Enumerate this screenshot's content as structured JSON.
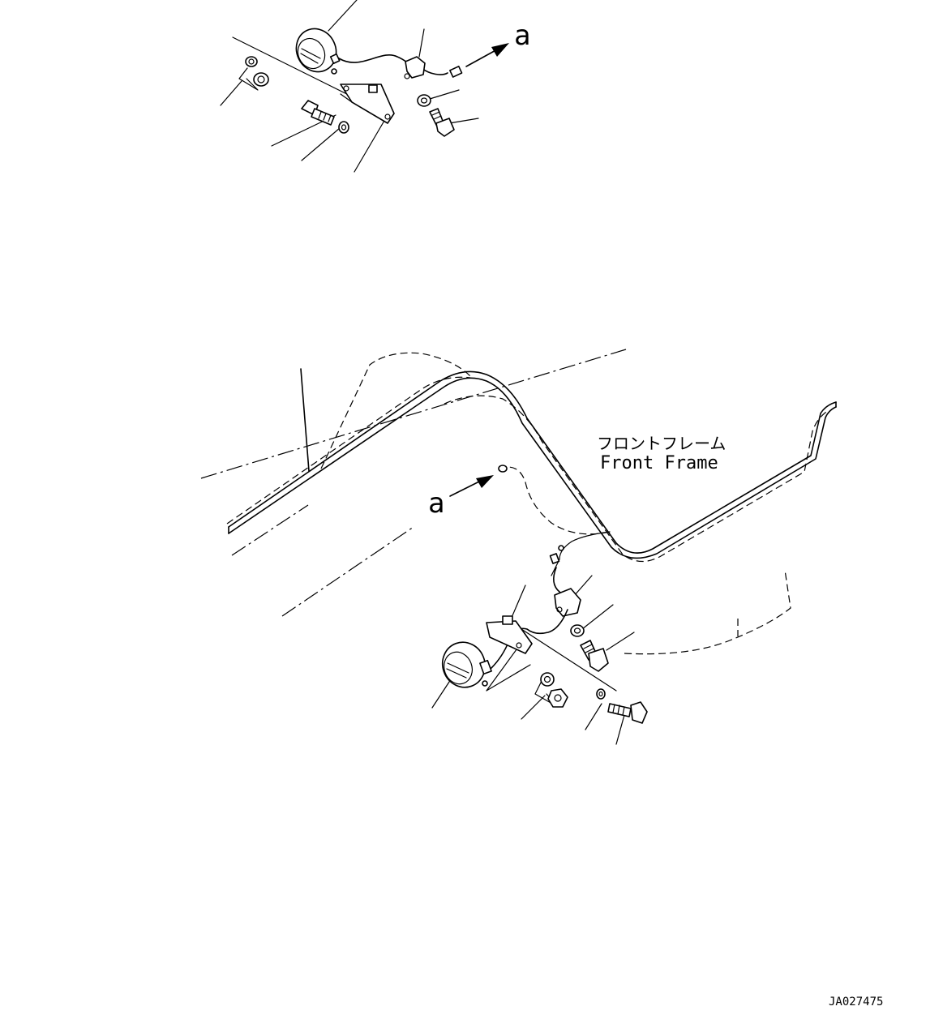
{
  "drawing": {
    "view_marker_top": "a",
    "view_marker_bottom": "a",
    "frame_label_jp": "フロントフレーム",
    "frame_label_en": "Front Frame",
    "drawing_number": "JA027475"
  }
}
